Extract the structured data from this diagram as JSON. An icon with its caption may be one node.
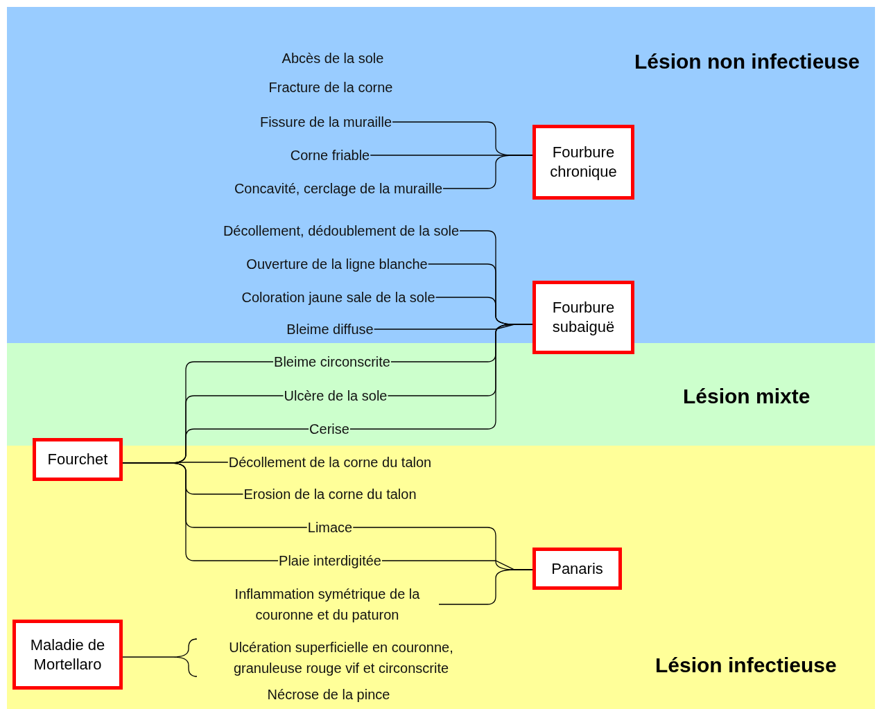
{
  "diagram": {
    "nodes": [
      {
        "text": [
          "Lésion non infectieuse"
        ]
      },
      {
        "text": [
          "Abcès de la sole"
        ],
        "in": 0
      },
      {
        "text": [
          "Fracture de la corne"
        ],
        "in": 0
      },
      {
        "text": [
          "Fissure de la muraille"
        ],
        "in": 0
      },
      {
        "text": [
          "Corne friable"
        ],
        "in": 0
      },
      {
        "text": [
          "Concavité, cerclage de la muraille"
        ],
        "in": 0
      },
      {
        "text": [
          "Fourbure chronique"
        ],
        "in": 0
      },
      {
        "text": [
          "Décollement, dédoublement de la sole"
        ],
        "in": 0
      },
      {
        "text": [
          "Ouverture de la ligne blanche"
        ],
        "in": 0
      },
      {
        "text": [
          "Coloration jaune sale de la sole"
        ],
        "in": 0
      },
      {
        "text": [
          "Bleime diffuse"
        ],
        "in": 0
      },
      {
        "text": [
          "Fourbure subaiguë"
        ]
      },
      {
        "text": [
          "Lésion mixte"
        ]
      },
      {
        "text": [
          "Bleime circonscrite"
        ],
        "in": 12
      },
      {
        "text": [
          "Ulcère de la sole"
        ],
        "in": 12
      },
      {
        "text": [
          "Cerise"
        ],
        "in": 12
      },
      {
        "text": [
          "Lésion infectieuse"
        ]
      },
      {
        "text": [
          "Fourchet"
        ],
        "in": 16
      },
      {
        "text": [
          "Décollement de la corne du talon"
        ],
        "in": 16
      },
      {
        "text": [
          "Erosion de la corne du talon"
        ],
        "in": 16
      },
      {
        "text": [
          "Limace"
        ],
        "in": 16
      },
      {
        "text": [
          "Plaie interdigitée"
        ],
        "in": 16
      },
      {
        "text": [
          "Panaris"
        ],
        "in": 16
      },
      {
        "text": [
          "Inflammation symétrique de la couronne et du paturon"
        ],
        "in": 16
      },
      {
        "text": [
          "Maladie de Mortellaro"
        ],
        "in": 16
      },
      {
        "text": [
          "Ulcération superficielle en couronne, granuleuse rouge vif et circonscrite"
        ],
        "in": 16
      },
      {
        "text": [
          "Nécrose de la pince"
        ],
        "in": 16
      }
    ],
    "edges": [
      {
        "from": 3,
        "to": 6,
        "arrow": "none"
      },
      {
        "from": 4,
        "to": 6,
        "arrow": "none"
      },
      {
        "from": 5,
        "to": 6,
        "arrow": "none"
      },
      {
        "from": 7,
        "to": 11,
        "arrow": "none"
      },
      {
        "from": 8,
        "to": 11,
        "arrow": "none"
      },
      {
        "from": 9,
        "to": 11,
        "arrow": "none"
      },
      {
        "from": 10,
        "to": 11,
        "arrow": "none"
      },
      {
        "from": 13,
        "to": 11,
        "arrow": "none"
      },
      {
        "from": 14,
        "to": 11,
        "arrow": "none"
      },
      {
        "from": 15,
        "to": 11,
        "arrow": "none"
      },
      {
        "from": 13,
        "to": 17,
        "arrow": "none"
      },
      {
        "from": 14,
        "to": 17,
        "arrow": "none"
      },
      {
        "from": 15,
        "to": 17,
        "arrow": "none"
      },
      {
        "from": 18,
        "to": 17,
        "arrow": "none"
      },
      {
        "from": 19,
        "to": 17,
        "arrow": "none"
      },
      {
        "from": 20,
        "to": 17,
        "arrow": "none"
      },
      {
        "from": 21,
        "to": 17,
        "arrow": "none"
      },
      {
        "from": 20,
        "to": 22,
        "arrow": "none"
      },
      {
        "from": 21,
        "to": 22,
        "arrow": "none"
      },
      {
        "from": 23,
        "to": 22,
        "arrow": "none"
      },
      {
        "from": 25,
        "to": 24,
        "arrow": "none"
      }
    ]
  }
}
